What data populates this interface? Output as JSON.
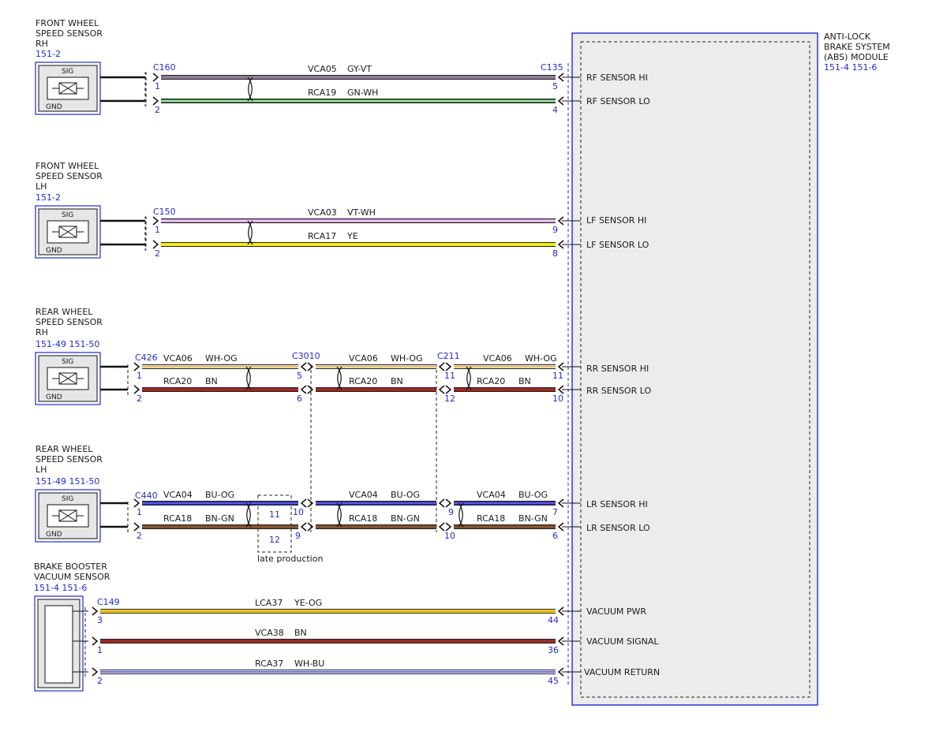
{
  "module": {
    "title_lines": [
      "ANTI-LOCK",
      "BRAKE SYSTEM",
      "(ABS) MODULE"
    ],
    "refs": "151-4  151-6",
    "pins": [
      {
        "label": "RF SENSOR HI"
      },
      {
        "label": "RF SENSOR LO"
      },
      {
        "label": "LF SENSOR HI"
      },
      {
        "label": "LF SENSOR LO"
      },
      {
        "label": "RR SENSOR HI"
      },
      {
        "label": "RR SENSOR LO"
      },
      {
        "label": "LR SENSOR HI"
      },
      {
        "label": "LR SENSOR LO"
      },
      {
        "label": "VACUUM PWR"
      },
      {
        "label": "VACUUM SIGNAL"
      },
      {
        "label": "VACUUM RETURN"
      }
    ]
  },
  "components": [
    {
      "title_lines": [
        "FRONT WHEEL",
        "SPEED SENSOR",
        "RH"
      ],
      "refs": "151-2",
      "sig": "SIG",
      "gnd": "GND"
    },
    {
      "title_lines": [
        "FRONT WHEEL",
        "SPEED SENSOR",
        "LH"
      ],
      "refs": "151-2",
      "sig": "SIG",
      "gnd": "GND"
    },
    {
      "title_lines": [
        "REAR WHEEL",
        "SPEED SENSOR",
        "RH"
      ],
      "refs": "151-49  151-50",
      "sig": "SIG",
      "gnd": "GND"
    },
    {
      "title_lines": [
        "REAR WHEEL",
        "SPEED SENSOR",
        "LH"
      ],
      "refs": "151-49  151-50",
      "sig": "SIG",
      "gnd": "GND"
    },
    {
      "title_lines": [
        "BRAKE BOOSTER",
        "VACUUM SENSOR"
      ],
      "refs": "151-4  151-6"
    }
  ],
  "connectors": [
    {
      "name": "C160"
    },
    {
      "name": "C135"
    },
    {
      "name": "C150"
    },
    {
      "name": "C426"
    },
    {
      "name": "C3010"
    },
    {
      "name": "C211"
    },
    {
      "name": "C440"
    },
    {
      "name": "C149"
    }
  ],
  "wires": [
    {
      "circuit": "VCA05",
      "color_code": "GY-VT",
      "color": "#8a7a8a",
      "color2": "#9a7ab0",
      "from_pin": "1",
      "to_pin": "5"
    },
    {
      "circuit": "RCA19",
      "color_code": "GN-WH",
      "color": "#1f8a2a",
      "color2": "#e8f5e8",
      "from_pin": "2",
      "to_pin": "4"
    },
    {
      "circuit": "VCA03",
      "color_code": "VT-WH",
      "color": "#c98ad6",
      "color2": "#f3e6f6",
      "from_pin": "1",
      "to_pin": "9"
    },
    {
      "circuit": "RCA17",
      "color_code": "YE",
      "color": "#f2ec1a",
      "color2": "#f2ec1a",
      "from_pin": "2",
      "to_pin": "8"
    },
    {
      "circuit": "VCA06",
      "color_code": "WH-OG",
      "color": "#f3ead0",
      "color2": "#e6b04a",
      "pins": [
        "1",
        "5",
        "11",
        "11"
      ]
    },
    {
      "circuit": "RCA20",
      "color_code": "BN",
      "color": "#9a2a22",
      "color2": "#9a2a22",
      "pins": [
        "2",
        "6",
        "12",
        "10"
      ]
    },
    {
      "circuit": "VCA04",
      "color_code": "BU-OG",
      "color": "#2a2ab8",
      "color2": "#6a6ae0",
      "pins": [
        "1",
        "10",
        "9",
        "7"
      ]
    },
    {
      "circuit": "RCA18",
      "color_code": "BN-GN",
      "color": "#7a4a2a",
      "color2": "#8a5a30",
      "pins": [
        "2",
        "9",
        "10",
        "6"
      ]
    },
    {
      "circuit": "LCA37",
      "color_code": "YE-OG",
      "color": "#f2e81a",
      "color2": "#e8a020",
      "from_pin": "3",
      "to_pin": "44"
    },
    {
      "circuit": "VCA38",
      "color_code": "BN",
      "color": "#9a2a22",
      "color2": "#9a2a22",
      "from_pin": "1",
      "to_pin": "36"
    },
    {
      "circuit": "RCA37",
      "color_code": "WH-BU",
      "color": "#f5f5ff",
      "color2": "#3a3ad6",
      "from_pin": "2",
      "to_pin": "45"
    }
  ],
  "late_production": {
    "label": "late production",
    "pins": [
      "11",
      "12"
    ]
  }
}
